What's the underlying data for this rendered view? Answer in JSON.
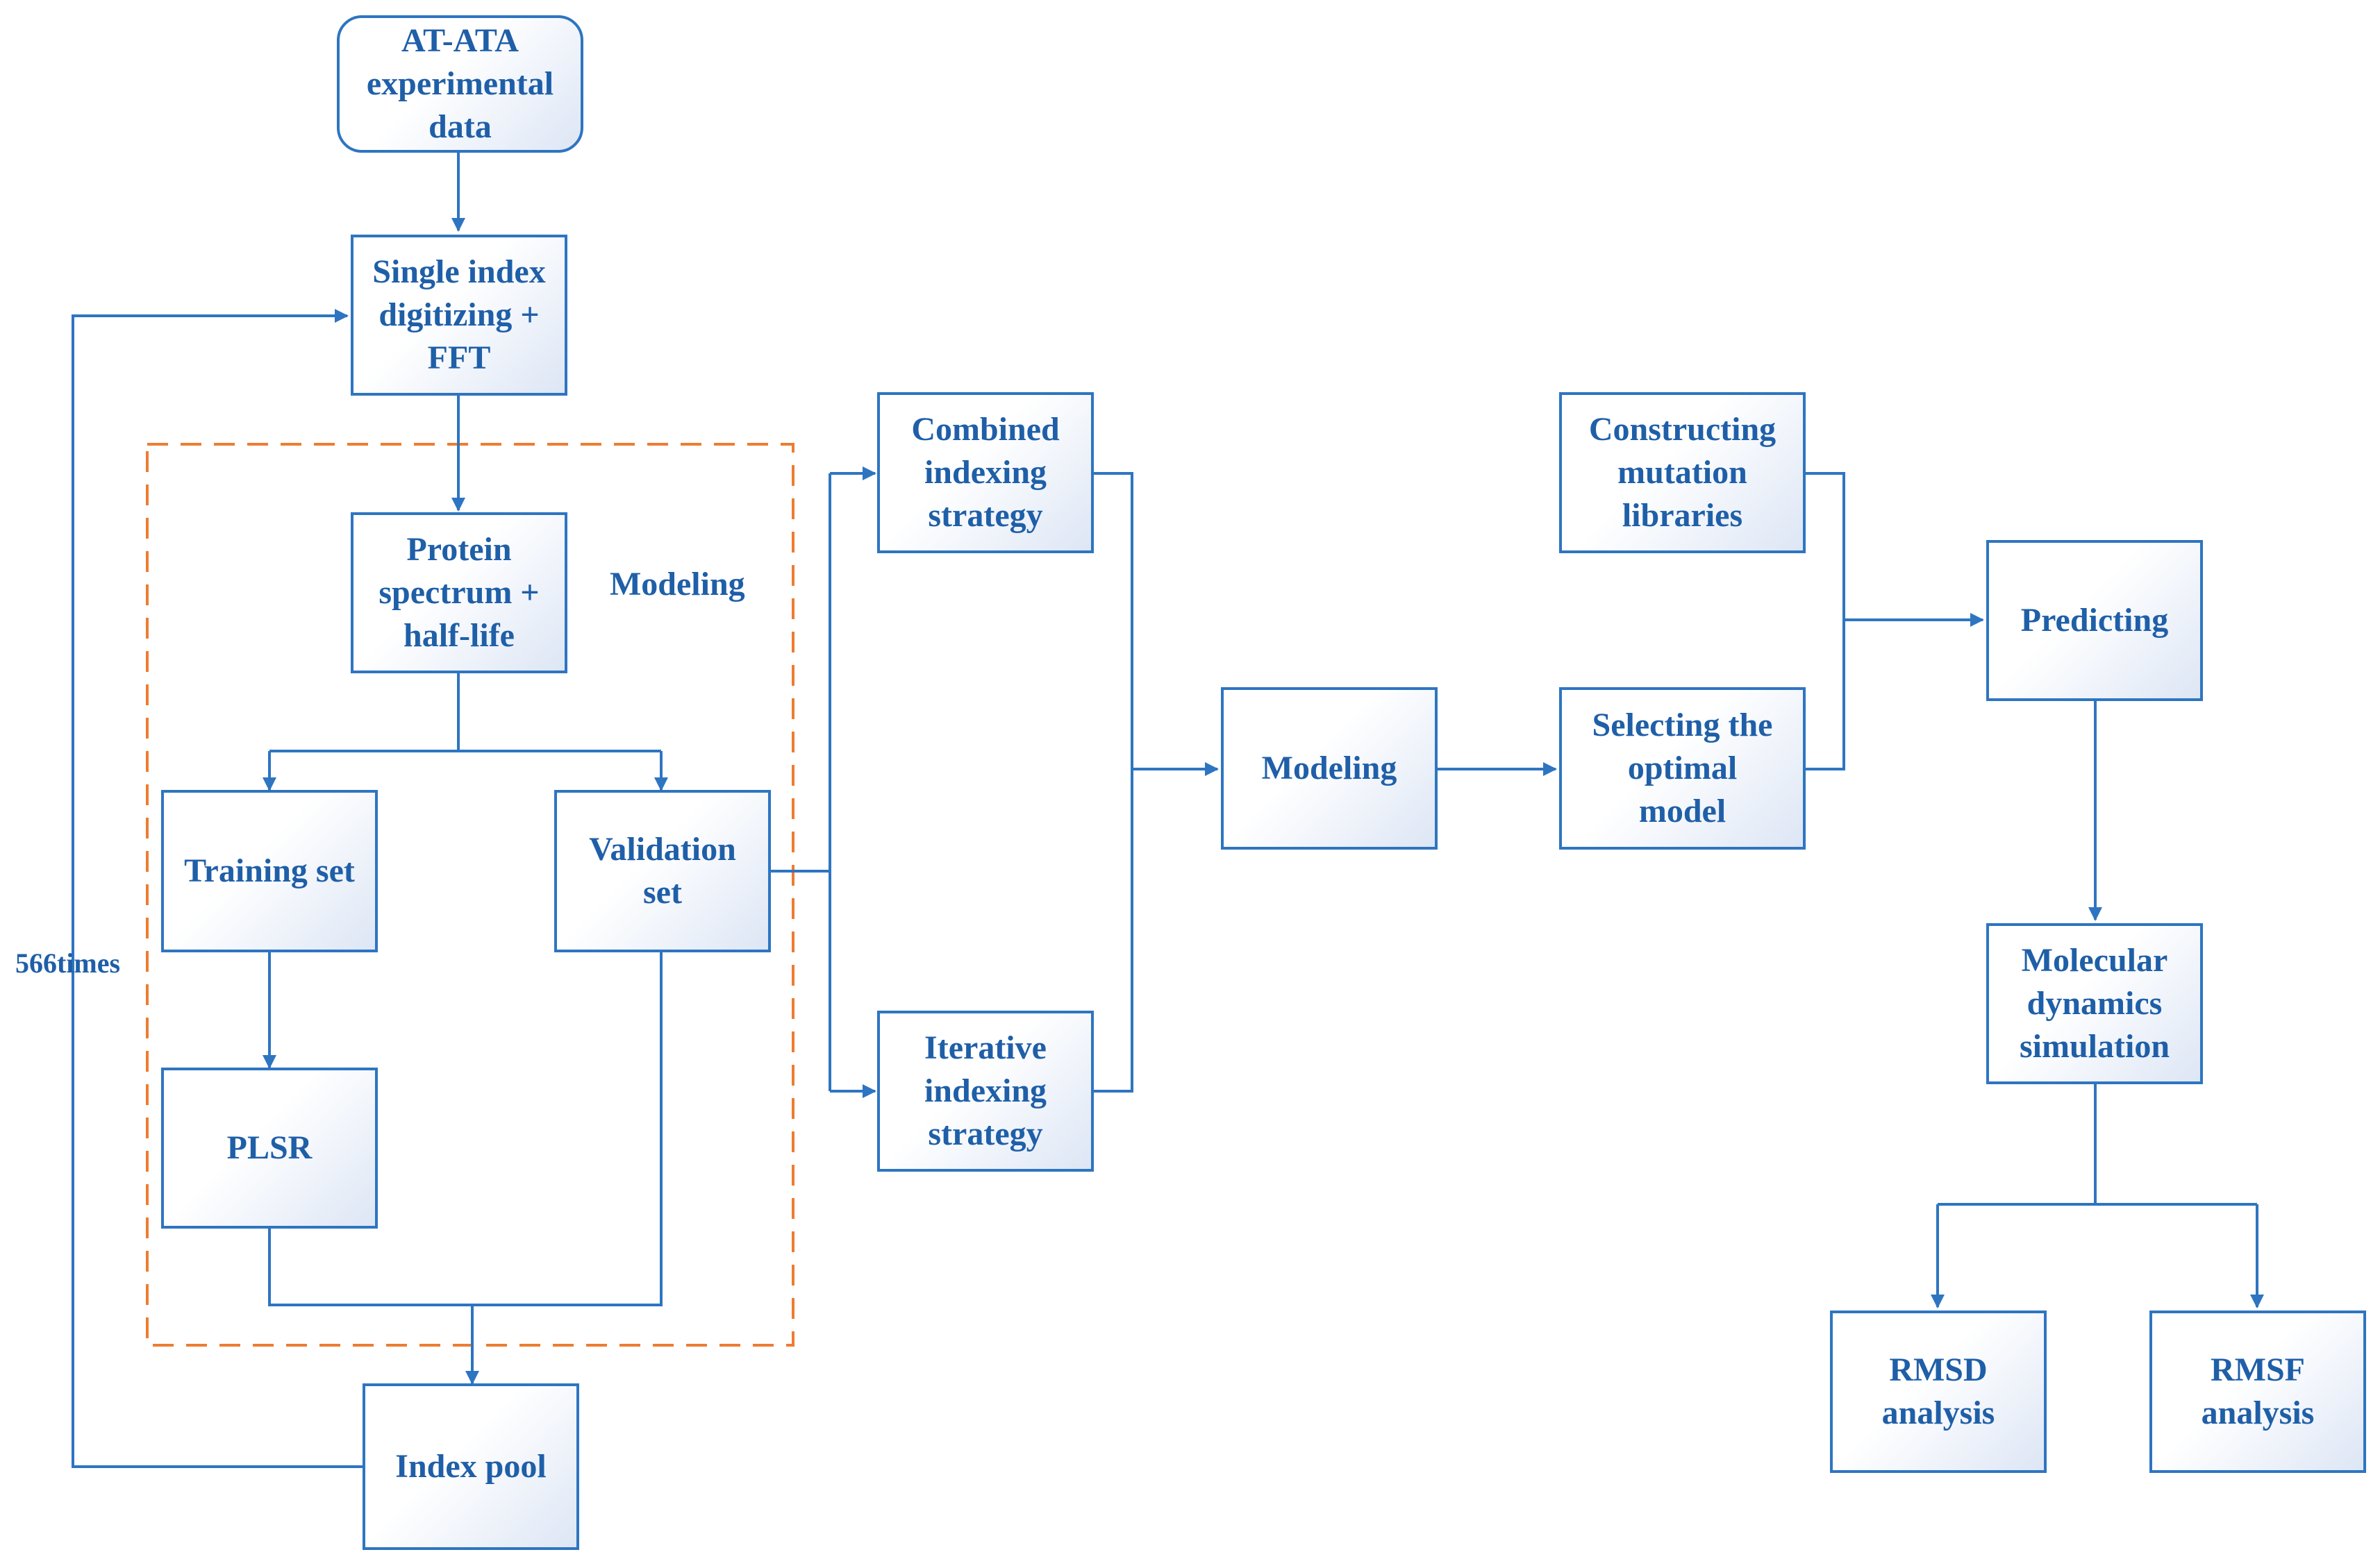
{
  "colors": {
    "primary": "#2E75C1",
    "text": "#1F5FA8",
    "dashed_group": "#ED7D31"
  },
  "nodes": {
    "experimental_data": "AT-ATA\nexperimental\ndata",
    "single_index": "Single index\ndigitizing +\nFFT",
    "protein_spectrum": "Protein\nspectrum +\nhalf-life",
    "training_set": "Training set",
    "validation_set": "Validation\nset",
    "plsr": "PLSR",
    "index_pool": "Index pool",
    "combined_strategy": "Combined\nindexing\nstrategy",
    "iterative_strategy": "Iterative\nindexing\nstrategy",
    "modeling": "Modeling",
    "constructing_libraries": "Constructing\nmutation\nlibraries",
    "selecting_model": "Selecting the\noptimal\nmodel",
    "predicting": "Predicting",
    "md_simulation": "Molecular\ndynamics\nsimulation",
    "rmsd": "RMSD\nanalysis",
    "rmsf": "RMSF\nanalysis"
  },
  "group_label": "Modeling",
  "loop_label": "566times"
}
